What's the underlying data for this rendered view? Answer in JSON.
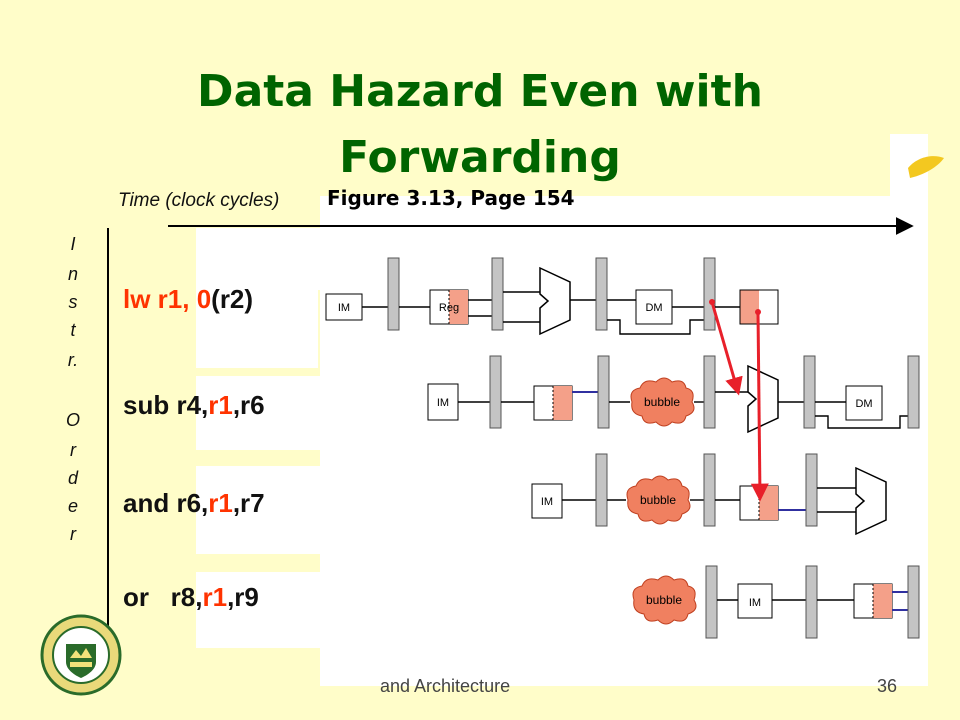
{
  "slide": {
    "title_line1": "Data Hazard Even with",
    "title_line2": "Forwarding",
    "time_label": "Time (clock cycles)",
    "figure_ref": "Figure 3.13, Page 154",
    "order_letters": [
      "I",
      "n",
      "s",
      "t",
      "r.",
      "O",
      "r",
      "d",
      "e",
      "r"
    ],
    "footer": "and Architecture",
    "page_number": "36"
  },
  "instructions": [
    {
      "parts": [
        {
          "text": "lw r1, 0",
          "red": true
        },
        {
          "text": "(r2)",
          "red": false
        }
      ]
    },
    {
      "parts": [
        {
          "text": "sub r4,",
          "red": false
        },
        {
          "text": "r1",
          "red": true
        },
        {
          "text": ",r6",
          "red": false
        }
      ]
    },
    {
      "parts": [
        {
          "text": "and r6,",
          "red": false
        },
        {
          "text": "r1",
          "red": true
        },
        {
          "text": ",r7",
          "red": false
        }
      ]
    },
    {
      "parts": [
        {
          "text": "or   r8,",
          "red": false
        },
        {
          "text": "r1",
          "red": true
        },
        {
          "text": ",r9",
          "red": false
        }
      ]
    }
  ],
  "stage_labels": {
    "im": "IM",
    "reg": "Reg",
    "dm": "DM",
    "bubble": "bubble"
  },
  "colors": {
    "title": "#006400",
    "background": "#fffdc9",
    "register_highlight": "#f4a089",
    "bubble": "#f08060",
    "forward_arrow": "#e8202a",
    "instr_red": "#ff3300"
  }
}
